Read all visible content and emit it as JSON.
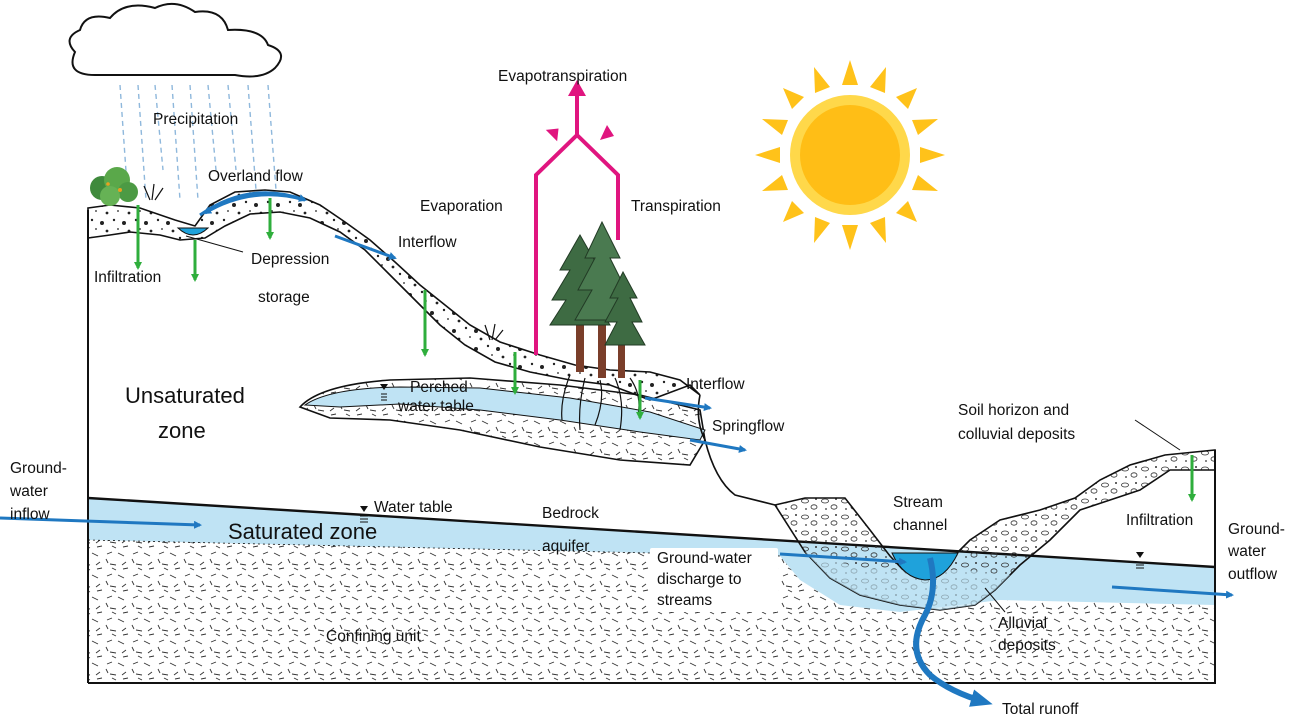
{
  "colors": {
    "water": "#bfe3f4",
    "arrow_blue": "#1f78c1",
    "arrow_green": "#2fae3c",
    "arrow_magenta": "#e0157f",
    "sun": "#ffc21a",
    "tree": "#3e6b43",
    "trunk": "#7a3e2a"
  },
  "labels": {
    "precipitation": "Precipitation",
    "overland_flow": "Overland flow",
    "infiltration_left": "Infiltration",
    "depression_storage_1": "Depression",
    "depression_storage_2": "storage",
    "interflow_upper": "Interflow",
    "evapotranspiration": "Evapotranspiration",
    "evaporation": "Evaporation",
    "transpiration": "Transpiration",
    "unsaturated_zone_1": "Unsaturated",
    "unsaturated_zone_2": "zone",
    "perched_1": "Perched",
    "perched_2": "water table",
    "interflow_lower": "Interflow",
    "springflow": "Springflow",
    "soil_horizon_1": "Soil horizon and",
    "soil_horizon_2": "colluvial deposits",
    "gw_inflow_1": "Ground-",
    "gw_inflow_2": "water",
    "gw_inflow_3": "inflow",
    "water_table": "Water table",
    "saturated_zone": "Saturated zone",
    "bedrock_1": "Bedrock",
    "bedrock_2": "aquifer",
    "stream_channel_1": "Stream",
    "stream_channel_2": "channel",
    "infiltration_right": "Infiltration",
    "gw_outflow_1": "Ground-",
    "gw_outflow_2": "water",
    "gw_outflow_3": "outflow",
    "gw_discharge_1": "Ground-water",
    "gw_discharge_2": "discharge to",
    "gw_discharge_3": "streams",
    "alluvial_1": "Alluvial",
    "alluvial_2": "deposits",
    "confining_unit": "Confining unit",
    "total_runoff": "Total runoff"
  }
}
